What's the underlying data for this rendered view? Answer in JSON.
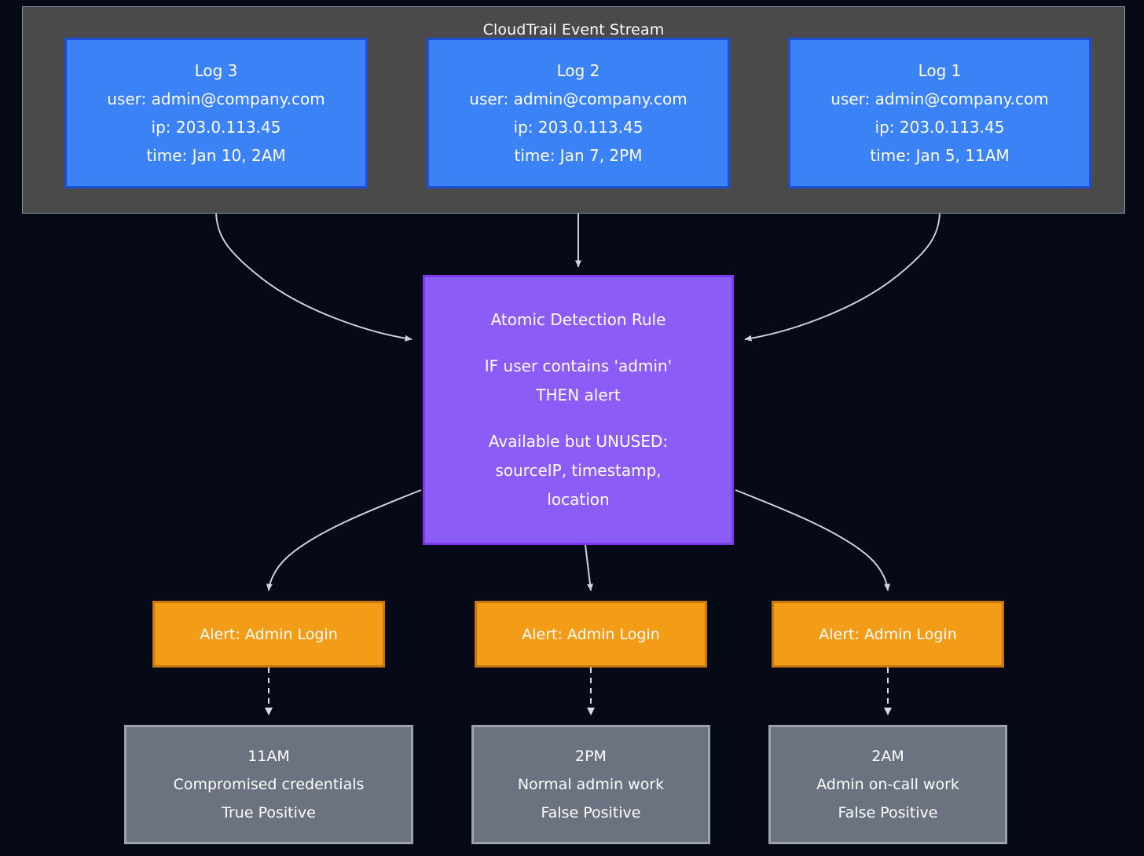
{
  "diagram": {
    "title": "CloudTrail Event Stream",
    "type": "flowchart",
    "background_color": "#050a16",
    "colors": {
      "group": "#4a4a4a",
      "log": "#3b82f6",
      "log_border": "#1d4ed8",
      "rule": "#8b5cf6",
      "rule_border": "#7c3aed",
      "alert": "#f39c18",
      "alert_border": "#c8770c",
      "outcome": "#6b7280",
      "outcome_border": "#9ca3af",
      "edge": "#cfd3da",
      "text": "#ffffff"
    }
  },
  "group": {
    "label": "CloudTrail Event Stream"
  },
  "logs": [
    {
      "id": "log3",
      "title": "Log 3",
      "user": "user: admin@company.com",
      "ip": "ip: 203.0.113.45",
      "time": "time: Jan 10, 2AM"
    },
    {
      "id": "log2",
      "title": "Log 2",
      "user": "user: admin@company.com",
      "ip": "ip: 203.0.113.45",
      "time": "time: Jan 7, 2PM"
    },
    {
      "id": "log1",
      "title": "Log 1",
      "user": "user: admin@company.com",
      "ip": "ip: 203.0.113.45",
      "time": "time: Jan 5, 11AM"
    }
  ],
  "rule": {
    "title": "Atomic Detection Rule",
    "condition_line1": "IF user contains 'admin'",
    "condition_line2": "THEN alert",
    "unused_line1": "Available but UNUSED:",
    "unused_line2": "sourceIP, timestamp,",
    "unused_line3": "location"
  },
  "alerts": [
    {
      "id": "alert1",
      "label": "Alert: Admin Login"
    },
    {
      "id": "alert2",
      "label": "Alert: Admin Login"
    },
    {
      "id": "alert3",
      "label": "Alert: Admin Login"
    }
  ],
  "outcomes": [
    {
      "id": "outcome1",
      "time": "11AM",
      "description": "Compromised credentials",
      "verdict": "True Positive"
    },
    {
      "id": "outcome2",
      "time": "2PM",
      "description": "Normal admin work",
      "verdict": "False Positive"
    },
    {
      "id": "outcome3",
      "time": "2AM",
      "description": "Admin on-call work",
      "verdict": "False Positive"
    }
  ],
  "edges": [
    {
      "from": "log3",
      "to": "rule",
      "style": "solid-arrow"
    },
    {
      "from": "log2",
      "to": "rule",
      "style": "solid-arrow"
    },
    {
      "from": "log1",
      "to": "rule",
      "style": "solid-arrow"
    },
    {
      "from": "rule",
      "to": "alert1",
      "style": "solid-arrow"
    },
    {
      "from": "rule",
      "to": "alert2",
      "style": "solid-arrow"
    },
    {
      "from": "rule",
      "to": "alert3",
      "style": "solid-arrow"
    },
    {
      "from": "alert1",
      "to": "outcome1",
      "style": "dashed-arrow"
    },
    {
      "from": "alert2",
      "to": "outcome2",
      "style": "dashed-arrow"
    },
    {
      "from": "alert3",
      "to": "outcome3",
      "style": "dashed-arrow"
    }
  ]
}
